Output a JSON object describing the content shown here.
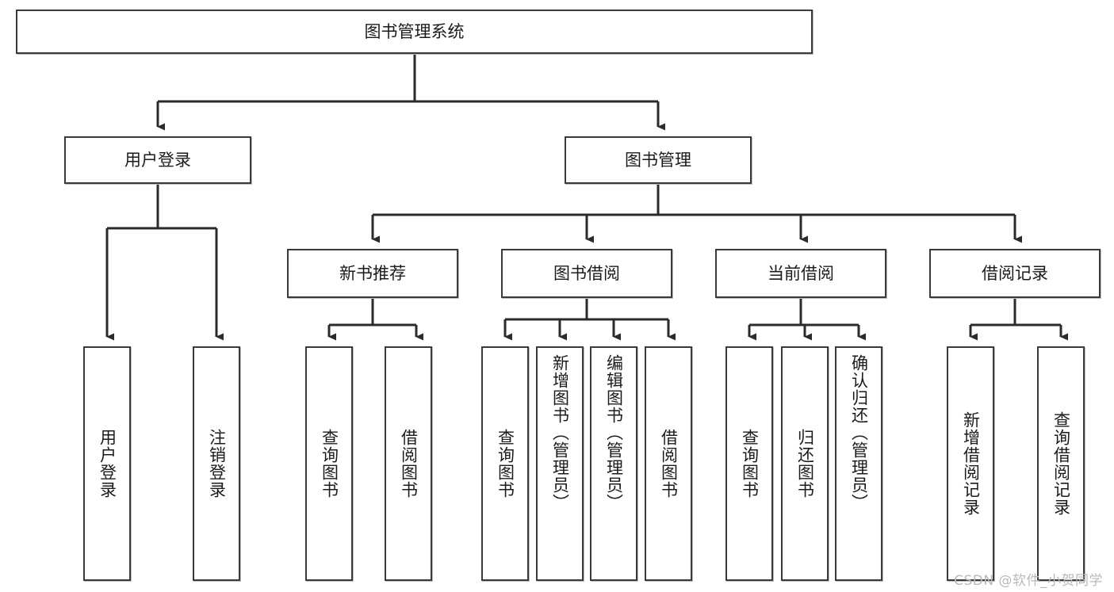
{
  "diagram": {
    "title": "图书管理系统",
    "type": "tree-hierarchy-diagram",
    "watermark": "CSDN @软件_小贺同学",
    "root": {
      "id": "root",
      "label": "图书管理系统"
    },
    "level2": [
      {
        "id": "user-login",
        "label": "用户登录"
      },
      {
        "id": "book-manage",
        "label": "图书管理"
      }
    ],
    "level3": [
      {
        "id": "new-book-rec",
        "label": "新书推荐"
      },
      {
        "id": "book-borrow",
        "label": "图书借阅"
      },
      {
        "id": "current-borrow",
        "label": "当前借阅"
      },
      {
        "id": "borrow-record",
        "label": "借阅记录"
      }
    ],
    "leaves": {
      "user_login": [
        {
          "id": "leaf-user-login",
          "label": "用户登录"
        },
        {
          "id": "leaf-logout",
          "label": "注销登录"
        }
      ],
      "new_book_rec": [
        {
          "id": "leaf-query-book-1",
          "label": "查询图书"
        },
        {
          "id": "leaf-borrow-book-1",
          "label": "借阅图书"
        }
      ],
      "book_borrow": [
        {
          "id": "leaf-query-book-2",
          "label": "查询图书"
        },
        {
          "id": "leaf-add-book",
          "label": "新增图书（管理员）"
        },
        {
          "id": "leaf-edit-book",
          "label": "编辑图书（管理员）"
        },
        {
          "id": "leaf-borrow-book-2",
          "label": "借阅图书"
        }
      ],
      "current_borrow": [
        {
          "id": "leaf-query-book-3",
          "label": "查询图书"
        },
        {
          "id": "leaf-return-book",
          "label": "归还图书"
        },
        {
          "id": "leaf-confirm-return",
          "label": "确认归还（管理员）"
        }
      ],
      "borrow_record": [
        {
          "id": "leaf-add-record",
          "label": "新增借阅记录"
        },
        {
          "id": "leaf-query-record",
          "label": "查询借阅记录"
        }
      ]
    },
    "colors": {
      "border": "#3a3a3a",
      "background": "#ffffff",
      "text": "#1b1b1b",
      "edge": "#2b2b2b",
      "watermark": "#b9b9b9"
    }
  }
}
